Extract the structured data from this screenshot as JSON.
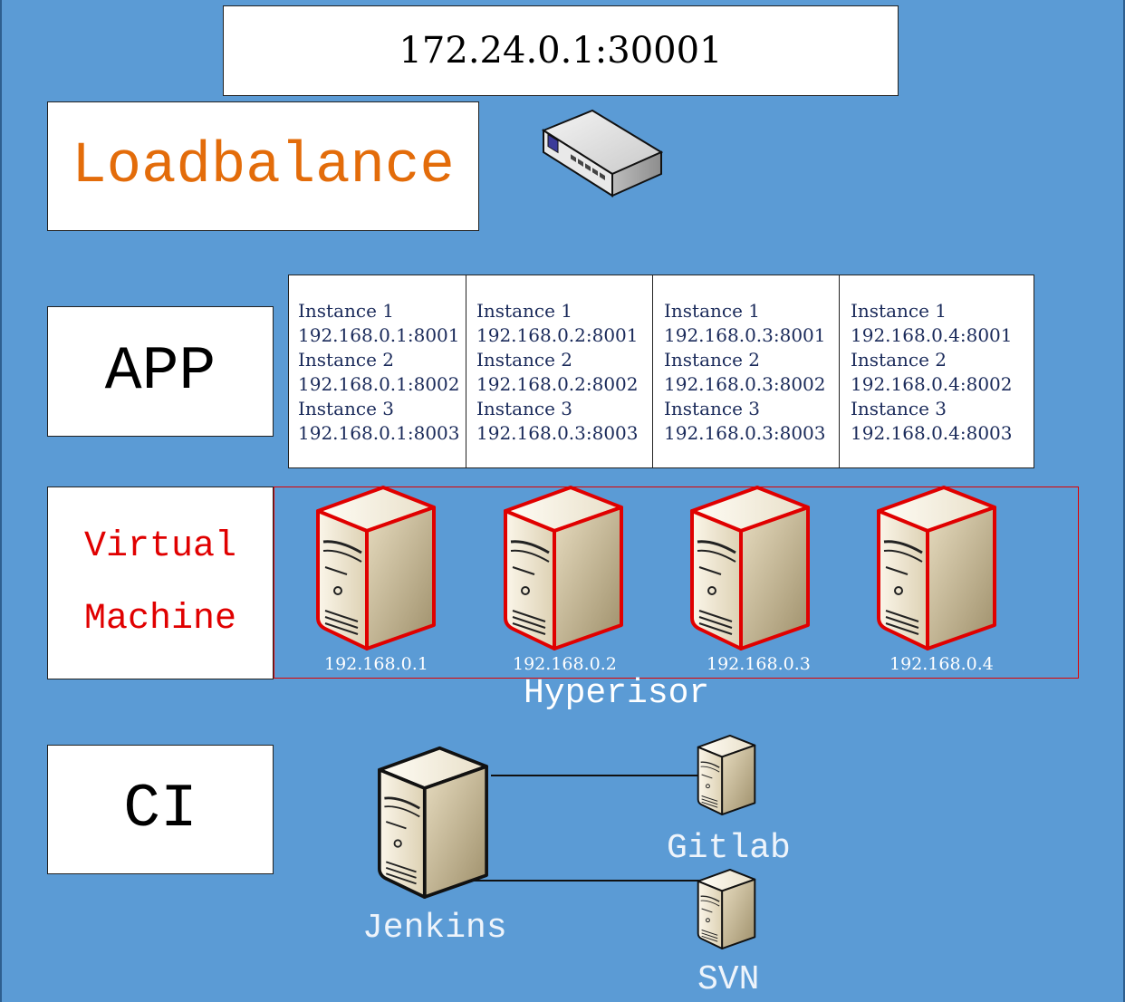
{
  "address": "172.24.0.1:30001",
  "loadbalance_label": "Loadbalance",
  "app_label": "APP",
  "vm_label": {
    "line1": "Virtual",
    "line2": "Machine"
  },
  "ci_label": "CI",
  "instance_columns": [
    {
      "lines": [
        "Instance 1",
        "192.168.0.1:8001",
        "Instance 2",
        "192.168.0.1:8002",
        "Instance 3",
        "192.168.0.1:8003"
      ]
    },
    {
      "lines": [
        "Instance 1",
        "192.168.0.2:8001",
        "Instance 2",
        "192.168.0.2:8002",
        "Instance 3",
        "192.168.0.3:8003"
      ]
    },
    {
      "lines": [
        "Instance 1",
        "192.168.0.3:8001",
        "Instance 2",
        "192.168.0.3:8002",
        "Instance 3",
        "192.168.0.3:8003"
      ]
    },
    {
      "lines": [
        "Instance 1",
        "192.168.0.4:8001",
        "Instance 2",
        "192.168.0.4:8002",
        "Instance 3",
        "192.168.0.4:8003"
      ]
    }
  ],
  "vm_ips": [
    "192.168.0.1",
    "192.168.0.2",
    "192.168.0.3",
    "192.168.0.4"
  ],
  "hypervisor_label": "Hyperisor",
  "ci": {
    "jenkins": "Jenkins",
    "gitlab": "Gitlab",
    "svn": "SVN"
  },
  "icons": {
    "switch": "network-switch-icon",
    "vm_server": "vm-server-icon",
    "ci_server": "server-tower-icon"
  },
  "colors": {
    "background": "#5b9bd5",
    "loadbalance_text": "#e36c0a",
    "vm_text": "#e00000",
    "hypervisor_frame": "#e00000",
    "server_outline": "#e00000"
  }
}
